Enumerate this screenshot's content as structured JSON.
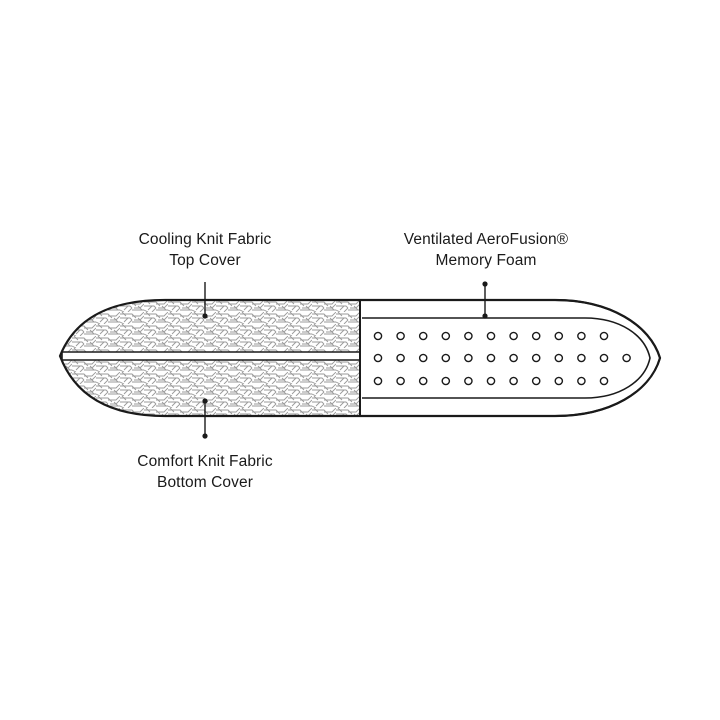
{
  "diagram": {
    "labels": {
      "top_cover": {
        "line1": "Cooling Knit Fabric",
        "line2": "Top Cover"
      },
      "foam": {
        "line1": "Ventilated AeroFusion®",
        "line2": "Memory Foam"
      },
      "bottom_cover": {
        "line1": "Comfort Knit Fabric",
        "line2": "Bottom Cover"
      }
    },
    "colors": {
      "stroke": "#1a1a1a",
      "weave": "#9a9a9a",
      "background": "#ffffff"
    }
  }
}
